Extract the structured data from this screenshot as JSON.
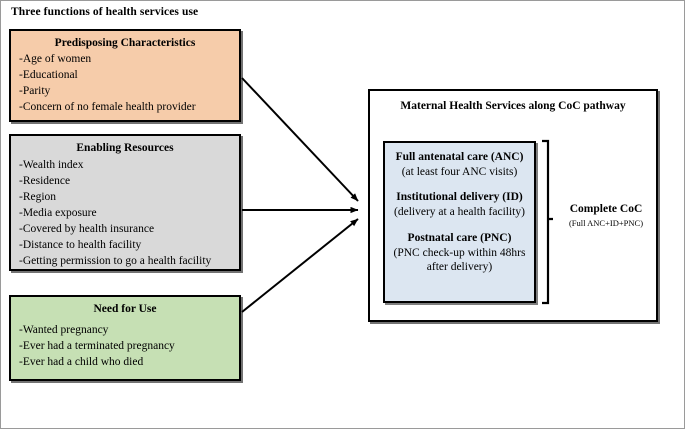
{
  "figure": {
    "caption": "Three functions of health services use"
  },
  "determinants": [
    {
      "id": "predisposing",
      "title": "Predisposing Characteristics",
      "color": "#F6CCAA",
      "items": [
        "-Age of women",
        "-Educational",
        "-Parity",
        "-Concern of no female health provider"
      ]
    },
    {
      "id": "enabling",
      "title": "Enabling Resources",
      "color": "#D9D9D9",
      "items": [
        "-Wealth index",
        "-Residence",
        "-Region",
        "-Media exposure",
        "-Covered by health insurance",
        "-Distance to health facility",
        "-Getting permission to go a health facility"
      ]
    },
    {
      "id": "need",
      "title": "Need for Use",
      "color": "#C6E0B4",
      "items": [
        "-Wanted pregnancy",
        "-Ever had a terminated pregnancy",
        "-Ever had a child who died"
      ]
    }
  ],
  "outcome": {
    "title": "Maternal Health Services along CoC pathway",
    "box_color": "#DCE6F1",
    "services": [
      {
        "name": "Full antenatal care (ANC)",
        "desc": "(at least four ANC visits)"
      },
      {
        "name": "Institutional delivery (ID)",
        "desc": "(delivery at a health facility)"
      },
      {
        "name": "Postnatal care (PNC)",
        "desc": "(PNC check-up within 48hrs after delivery)"
      }
    ],
    "coc": {
      "label": "Complete CoC",
      "formula": "(Full ANC+ID+PNC)"
    }
  },
  "arrows": {
    "count": 3,
    "color": "#000000",
    "description": "three arrows from the determinant boxes converging on the outcome panel"
  }
}
